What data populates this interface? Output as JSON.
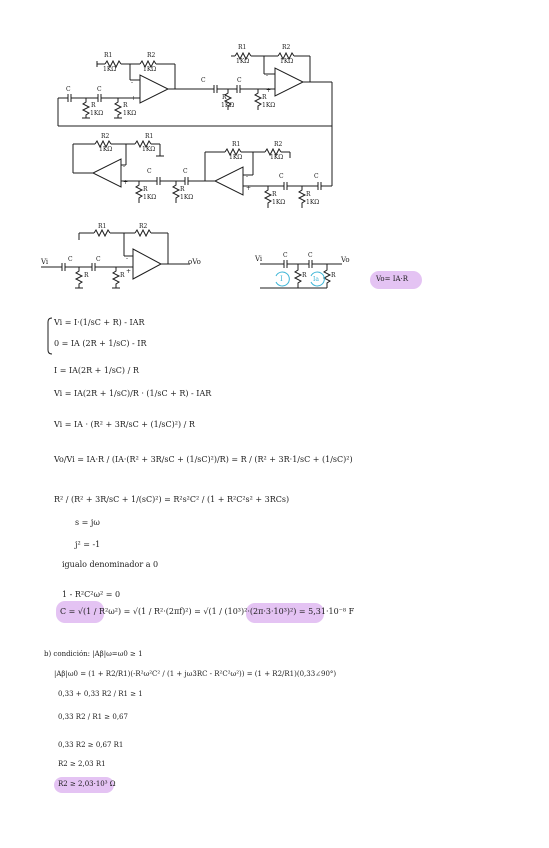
{
  "schematic": {
    "top_left": {
      "r1": "R1",
      "r1_val": "1KΩ",
      "r2": "R2",
      "r2_val": "1KΩ",
      "c1": "C",
      "c2": "C",
      "r": "R",
      "r_val": "1KΩ",
      "r_b": "R",
      "r_b_val": "1KΩ"
    },
    "top_right": {
      "r1": "R1",
      "r1_val": "1KΩ",
      "r2": "R2",
      "r2_val": "1KΩ",
      "c1": "C",
      "c2": "C",
      "r_a": "R",
      "r_a_val": "1KΩ",
      "r_b": "R",
      "r_b_val": "1KΩ"
    },
    "bottom_left": {
      "r1": "R1",
      "r1_val": "1KΩ",
      "r2": "R2",
      "r2_val": "1KΩ",
      "c1": "C",
      "c2": "C",
      "r_a": "R",
      "r_a_val": "1KΩ",
      "r_b": "R",
      "r_b_val": "1KΩ"
    },
    "bottom_right": {
      "r1": "R1",
      "r1_val": "1KΩ",
      "r2": "R2",
      "r2_val": "1KΩ",
      "c1": "C",
      "c2": "C",
      "r_a": "R",
      "r_a_val": "1KΩ",
      "r_b": "R",
      "r_b_val": "1KΩ"
    }
  },
  "single_stage": {
    "vi": "Vi",
    "vo": "oVo",
    "r1": "R1",
    "r2": "R2",
    "c": "C",
    "r": "R"
  },
  "rc_network": {
    "vi": "Vi",
    "vo": "Vo",
    "c1": "C",
    "c2": "C",
    "r1": "R",
    "r2": "R",
    "loop1": "I",
    "loop2": "Ia",
    "result": "Vo= IA·R"
  },
  "derivation": [
    "Vi = I·(1/sC + R) - IAR",
    "0 = IA (2R + 1/sC) - IR",
    "I = IA(2R + 1/sC) / R",
    "Vi = IA(2R + 1/sC)/R · (1/sC + R) - IAR",
    "Vi = IA · (R² + 3R/sC + (1/sC)²) / R",
    "Vo/Vi = IA·R / (IA·(R² + 3R/sC + (1/sC)²)/R) = R / (R² + 3R·1/sC + (1/sC)²)",
    "R² / (R² + 3R/sC + 1/(sC)²) = R²s²C² / (1 + R²C²s² + 3RCs)",
    "s = jω",
    "j² = -1",
    "igualo denominador a 0",
    "1 - R²C²ω² = 0",
    "C = √(1 / R²ω²) = √(1 / R²·(2πf)²) = √(1 / (10³)²·(2π·3·10³)²) = 5,31·10⁻⁸ F"
  ],
  "part_b": {
    "heading": "b) condición: |Aβ|ω=ω0 ≥ 1",
    "lines": [
      "|Aβ|ω0 = (1 + R2/R1)(-R²ω²C² / (1 + jω3RC - R²C²ω²)) = (1 + R2/R1)(0,33∠90°)",
      "0,33 + 0,33 R2 / R1 ≥ 1",
      "0,33 R2 / R1 ≥ 0,67",
      "0,33 R2 ≥ 0,67 R1",
      "R2 ≥ 2,03 R1",
      "R2 ≥ 2,03·10³ Ω"
    ]
  },
  "colors": {
    "ink": "#1c1c1c",
    "highlight": "#e4c3f3",
    "cyan": "#3db5d6"
  }
}
